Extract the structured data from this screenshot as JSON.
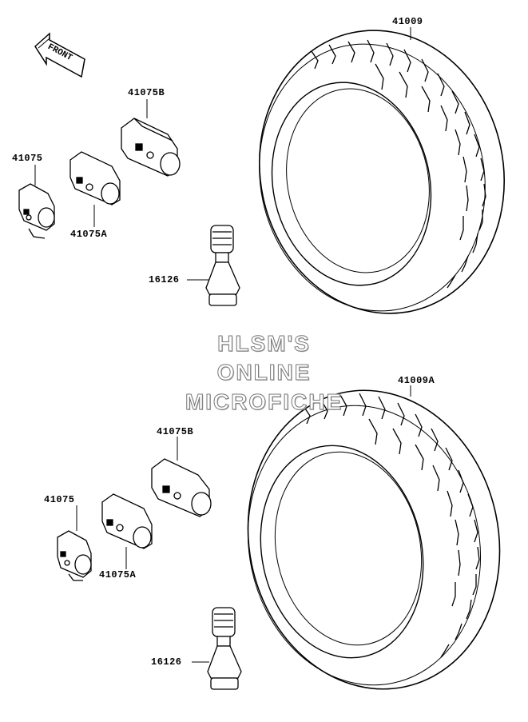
{
  "front_label": "FRONT",
  "parts": {
    "tire_top": "41009",
    "tire_bottom": "41009A",
    "weight_b_top": "41075B",
    "weight_top": "41075",
    "weight_a_top": "41075A",
    "valve_top": "16126",
    "weight_b_bottom": "41075B",
    "weight_bottom": "41075",
    "weight_a_bottom": "41075A",
    "valve_bottom": "16126"
  },
  "watermark": [
    "HLSM'S",
    "ONLINE",
    "MICROFICHE"
  ]
}
